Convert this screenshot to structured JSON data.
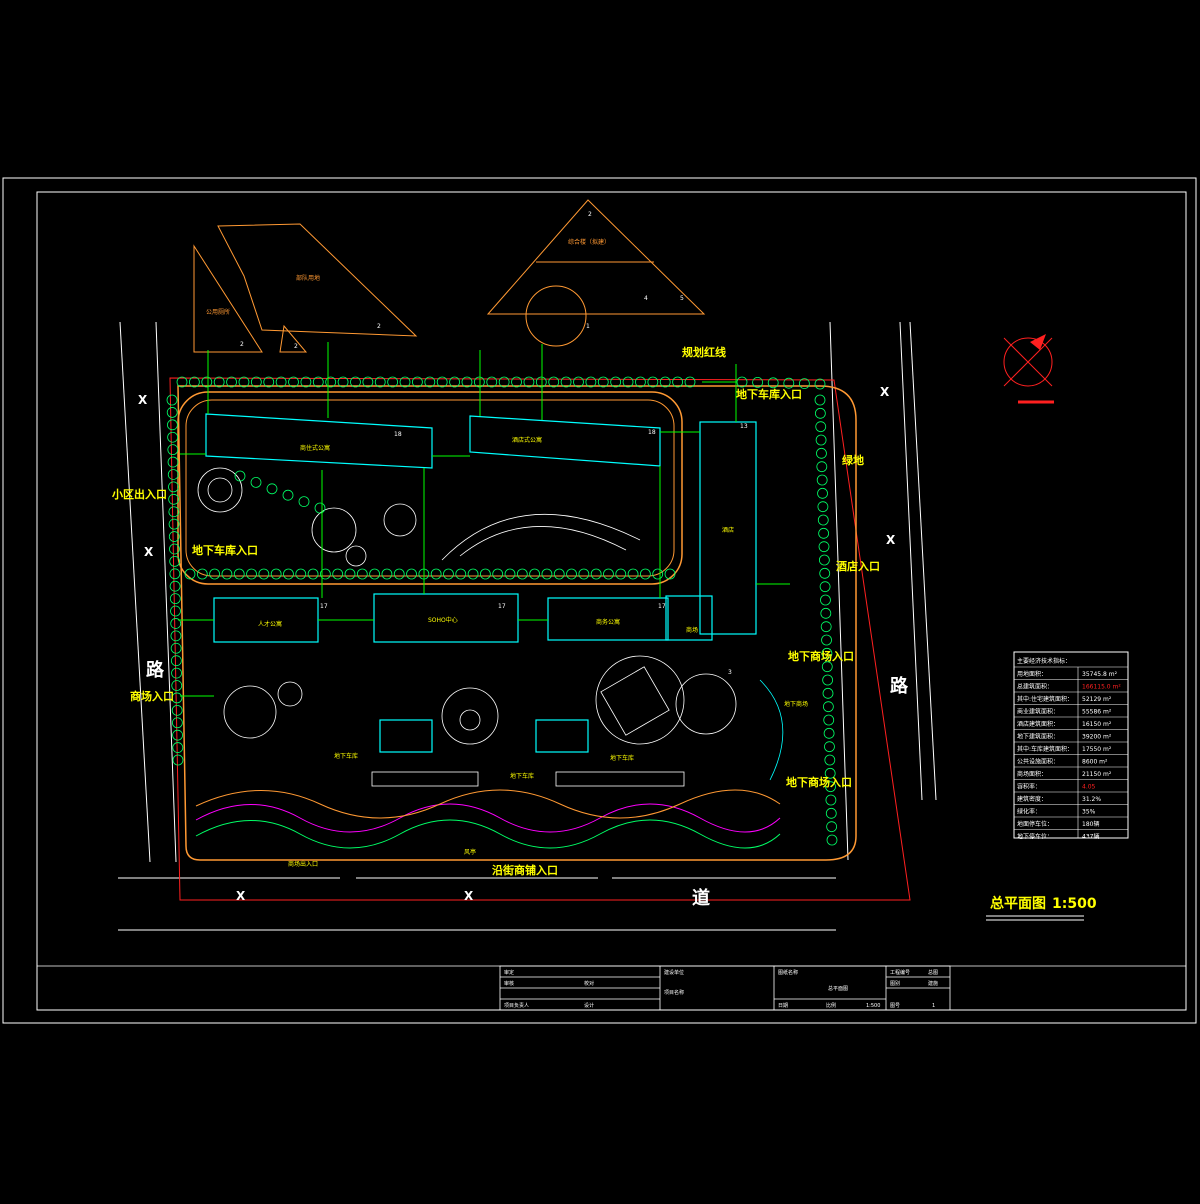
{
  "drawing": {
    "title": "总平面图",
    "scale": "1:500",
    "north_mark_label": "",
    "road_labels": {
      "west_road_chars": [
        "路"
      ],
      "east_road_chars": [
        "路"
      ],
      "south_road_char": "道",
      "x_marks": [
        "X",
        "X",
        "X",
        "X",
        "X",
        "X"
      ]
    },
    "callouts": {
      "planning_redline": "规划红线",
      "underground_garage_entrance_ne": "地下车库入口",
      "underground_garage_entrance_w": "地下车库入口",
      "community_exit_entrance": "小区出入口",
      "greenbelt": "绿地",
      "hotel_entrance": "酒店入口",
      "underground_mall_entrance_e1": "地下商场入口",
      "underground_mall_entrance_e2": "地下商场入口",
      "mall_entrance_w": "商场入口",
      "street_shops_entrance": "沿街商铺入口"
    },
    "offsite_buildings": {
      "public_toilet": "公用厕所",
      "military_land": "部队用地",
      "complex_building": "综合楼（拟建）",
      "numbers": [
        "2",
        "2",
        "2",
        "1",
        "2",
        "4",
        "5"
      ]
    },
    "building_labels": {
      "b1": "商住式公寓",
      "b2": "酒店式公寓",
      "b3": "人才公寓",
      "b4": "SOHO中心",
      "b5": "商务公寓",
      "b6": "酒店",
      "b7": "商场",
      "floors": [
        "18",
        "18",
        "13",
        "17",
        "17",
        "17",
        "3"
      ],
      "underground_labels": [
        "地下车库",
        "地下车库",
        "地下车库",
        "地下商场"
      ],
      "bottom_labels": [
        "商场出入口",
        "风亭"
      ]
    },
    "metrics_table": {
      "header": "主要经济技术指标：",
      "rows": [
        {
          "label": "用地面积：",
          "value": "35745.8 m²",
          "highlight": false
        },
        {
          "label": "总建筑面积：",
          "value": "166115.0 m²",
          "highlight": true
        },
        {
          "label": "其中:住宅建筑面积：",
          "value": "52129 m²",
          "highlight": false
        },
        {
          "label": "商业建筑面积：",
          "value": "55586 m²",
          "highlight": false
        },
        {
          "label": "酒店建筑面积：",
          "value": "16150 m²",
          "highlight": false
        },
        {
          "label": "地下建筑面积：",
          "value": "39200 m²",
          "highlight": false
        },
        {
          "label": "其中:车库建筑面积：",
          "value": "17550 m²",
          "highlight": false
        },
        {
          "label": "公共设施面积：",
          "value": "8600 m²",
          "highlight": false
        },
        {
          "label": "商场面积：",
          "value": "21150 m²",
          "highlight": false
        },
        {
          "label": "容积率：",
          "value": "4.05",
          "highlight": true
        },
        {
          "label": "建筑密度：",
          "value": "31.2%",
          "highlight": false
        },
        {
          "label": "绿化率：",
          "value": "35%",
          "highlight": false
        },
        {
          "label": "地面停车位：",
          "value": "180辆",
          "highlight": false
        },
        {
          "label": "地下停车位：",
          "value": "437辆",
          "highlight": false
        }
      ]
    },
    "title_block": {
      "cells": [
        "审定",
        "审核",
        "项目负责人",
        "校对",
        "设计",
        "建设单位",
        "项目名称",
        "图纸名称",
        "总平面图",
        "工程编号",
        "图别",
        "图号",
        "日期",
        "比例",
        "1:500",
        "总图",
        "建施",
        "1"
      ]
    },
    "colors": {
      "background": "#000000",
      "frame": "#ffffff",
      "redline": "#ff2020",
      "road": "#ffffff",
      "building": "#00ffff",
      "dimension": "#00ff00",
      "landscape": "#ff9933",
      "trees": "#00ff66",
      "label": "#ffff00",
      "accent": "#ff00ff"
    }
  }
}
